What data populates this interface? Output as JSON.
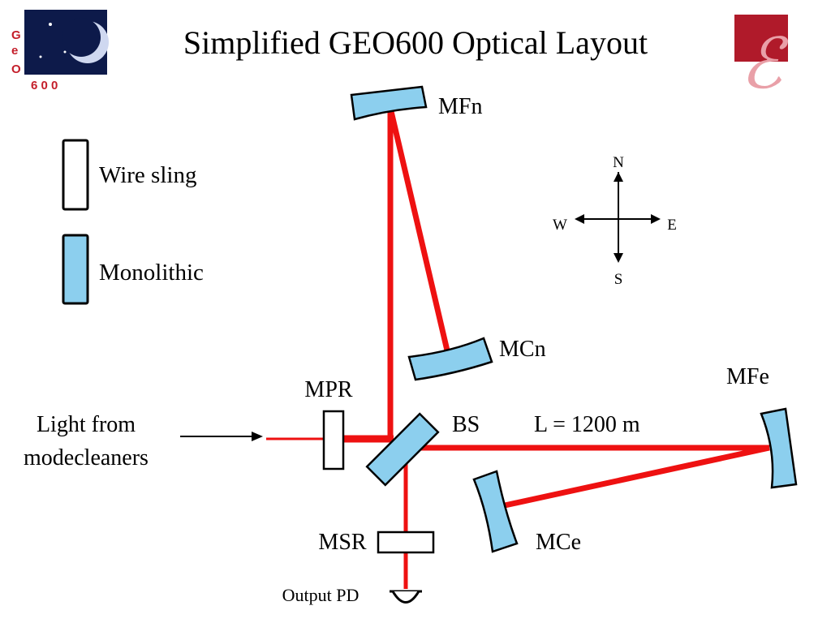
{
  "title": "Simplified GEO600 Optical Layout",
  "logo_left": {
    "letters": [
      "G",
      "e",
      "O"
    ],
    "number": "6 0 0"
  },
  "legend": {
    "wire_sling": "Wire sling",
    "monolithic": "Monolithic"
  },
  "compass": {
    "n": "N",
    "s": "S",
    "e": "E",
    "w": "W"
  },
  "labels": {
    "mfn": "MFn",
    "mcn": "MCn",
    "mfe": "MFe",
    "mce": "MCe",
    "mpr": "MPR",
    "bs": "BS",
    "msr": "MSR",
    "arm_length": "L = 1200 m",
    "light_from_1": "Light from",
    "light_from_2": "modecleaners",
    "output_pd": "Output PD"
  },
  "colors": {
    "beam": "#ee1111",
    "monolithic_fill": "#8ccfee",
    "wire_sling_fill": "#ffffff",
    "logo_red": "#b01a2a",
    "logo_pink": "#e9a0a8"
  }
}
